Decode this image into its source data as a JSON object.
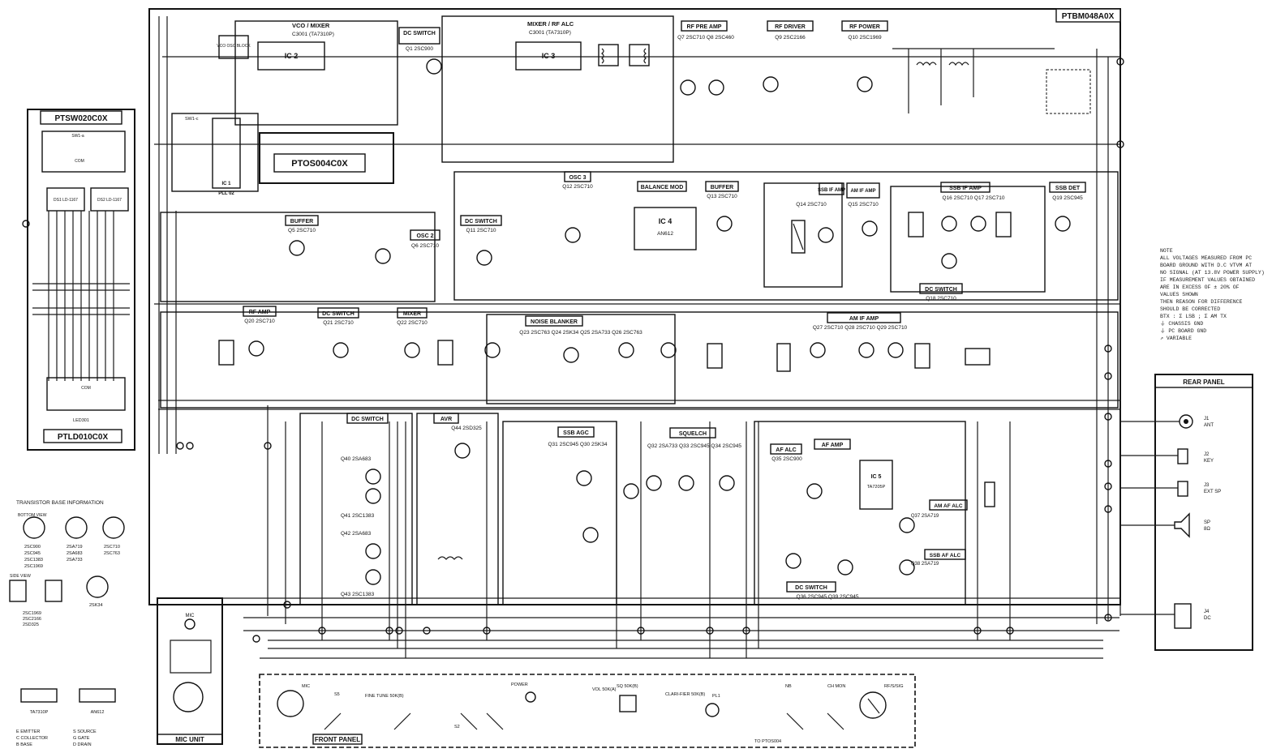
{
  "model": "PTBM048A0X",
  "boards": {
    "switch_board": "PTSW020C0X",
    "led_board": "PTLD010C0X",
    "pll_board": "PTOS004C0X"
  },
  "switch_board_labels": {
    "sw": "SW1-a",
    "led1": "DS1 LD-1167",
    "led2": "DS2 LD-1167",
    "com_top": "COM",
    "com_bottom": "COM",
    "bottom_ref": "LED301"
  },
  "ic": {
    "ic1": "IC 1",
    "ic1_type": "PLL 02",
    "ic2": "IC 2",
    "ic3": "IC 3",
    "ic4": "IC 4",
    "ic4_type": "AN612",
    "ic5": "IC 5",
    "ic5_type": "TA7205P",
    "vco_osc": "VCO OSC BLOCK",
    "sw_label": "SW1-c"
  },
  "sections": [
    {
      "id": "vco_mixer",
      "title": "VCO / MIXER",
      "sub": "C3001 (TA7310P)"
    },
    {
      "id": "dc_switch_1",
      "title": "DC SWITCH",
      "sub": "Q1 2SC900"
    },
    {
      "id": "mixer_rf_alc",
      "title": "MIXER / RF ALC",
      "sub": "C3001 (TA7310P)"
    },
    {
      "id": "rf_pre_amp",
      "title": "RF PRE AMP",
      "sub": "Q7 2SC710  Q8 2SC460"
    },
    {
      "id": "rf_driver",
      "title": "RF DRIVER",
      "sub": "Q9 2SC2166"
    },
    {
      "id": "rf_power",
      "title": "RF POWER",
      "sub": "Q10 2SC1969"
    },
    {
      "id": "osc3",
      "title": "OSC 3",
      "sub": "Q12 2SC710"
    },
    {
      "id": "balance_mod",
      "title": "BALANCE MOD",
      "sub": "AN612"
    },
    {
      "id": "buffer_1",
      "title": "BUFFER",
      "sub": "Q13 2SC710"
    },
    {
      "id": "ssb_if_amp_1",
      "title": "SSB IF AMP",
      "sub": "Q14 2SC710"
    },
    {
      "id": "am_if_amp_1",
      "title": "AM IF AMP",
      "sub": "Q15 2SC710"
    },
    {
      "id": "ssb_if_amp_2",
      "title": "SSB IF AMP",
      "sub": "Q16 2SC710  Q17 2SC710"
    },
    {
      "id": "ssb_det",
      "title": "SSB DET",
      "sub": "Q19 2SC945"
    },
    {
      "id": "buffer_2",
      "title": "BUFFER",
      "sub": "Q5 2SC710"
    },
    {
      "id": "osc2",
      "title": "OSC 2",
      "sub": "Q6 2SC710"
    },
    {
      "id": "dc_switch_2",
      "title": "DC SWITCH",
      "sub": "Q11 2SC710"
    },
    {
      "id": "dc_switch_3",
      "title": "DC SWITCH",
      "sub": "Q18 2SC710"
    },
    {
      "id": "rf_amp",
      "title": "RF AMP",
      "sub": "Q20 2SC710"
    },
    {
      "id": "dc_switch_4",
      "title": "DC SWITCH",
      "sub": "Q21 2SC710"
    },
    {
      "id": "mixer",
      "title": "MIXER",
      "sub": "Q22 2SC710"
    },
    {
      "id": "noise_blanker",
      "title": "NOISE BLANKER",
      "sub": "Q23 2SC763  Q24 2SK34  Q25 2SA733  Q26 2SC763"
    },
    {
      "id": "am_if_amp_2",
      "title": "AM IF AMP",
      "sub": "Q27 2SC710  Q28 2SC710  Q29 2SC710"
    },
    {
      "id": "dc_switch_5",
      "title": "DC SWITCH",
      "sub": "Q40 2SA683"
    },
    {
      "id": "avr",
      "title": "AVR",
      "sub": "Q44 2SD325"
    },
    {
      "id": "ssb_agc",
      "title": "SSB AGC",
      "sub": "Q31 2SC945  Q30 2SK34"
    },
    {
      "id": "squelch",
      "title": "SQUELCH",
      "sub": "Q32 2SA733  Q33 2SC945  Q34 2SC945"
    },
    {
      "id": "af_alc",
      "title": "AF ALC",
      "sub": "Q35 2SC900"
    },
    {
      "id": "af_amp",
      "title": "AF AMP",
      "sub": "IC 5 TA7205P"
    },
    {
      "id": "am_af_alc",
      "title": "AM AF ALC",
      "sub": "Q37 2SA719"
    },
    {
      "id": "ssb_af_alc",
      "title": "SSB AF ALC",
      "sub": "Q38 2SA719"
    },
    {
      "id": "dc_switch_6",
      "title": "DC SWITCH",
      "sub": "Q36 2SC945  Q39 2SC945"
    }
  ],
  "transistor_groups": [
    "Q41 2SC1383",
    "Q42 2SA683",
    "Q43 2SC1383"
  ],
  "notes": [
    "NOTE",
    "ALL VOLTAGES MEASURED FROM PC",
    "BOARD GROUND WITH D.C VTVM AT",
    "NO SIGNAL (AT 13.8V POWER SUPPLY)",
    "IF MEASUREMENT VALUES OBTAINED",
    "ARE IN EXCESS OF ± 20% OF",
    "VALUES SHOWN",
    "THEN REASON FOR DIFFERENCE",
    "SHOULD BE CORRECTED",
    "BTX : Σ LSB ; Σ AM TX",
    "⏚ CHASSIS GND",
    "⏚ PC BOARD GND",
    "↗ VARIABLE"
  ],
  "transistor_info": {
    "title": "TRANSISTOR BASE INFORMATION",
    "bottom_view": "BOTTOM VIEW",
    "side_view": "SIDE VIEW",
    "group1": [
      "2SC900",
      "2SC945",
      "2SC1383",
      "2SC1969"
    ],
    "group2": [
      "2SA719",
      "2SA683",
      "2SA733"
    ],
    "group3": [
      "2SC710",
      "2SC763"
    ],
    "group4": [
      "2SC1969",
      "2SC2166",
      "2SD325"
    ],
    "group5": [
      "2SK34"
    ],
    "ic_a": "TA7310P",
    "ic_b": "AN612",
    "legend": [
      "E EMITTER",
      "C COLLECTOR",
      "B BASE",
      "S SOURCE",
      "G GATE",
      "D DRAIN"
    ]
  },
  "panels": {
    "mic_unit": "MIC UNIT",
    "front_panel": "FRONT PANEL",
    "rear_panel": "REAR PANEL",
    "mic": "MIC",
    "to_ptos004": "TO PTOS004"
  },
  "rear_jacks": [
    {
      "id": "J1",
      "label": "ANT"
    },
    {
      "id": "J2",
      "label": "KEY"
    },
    {
      "id": "J3",
      "label": "EXT SP"
    },
    {
      "id": "SP",
      "label": "8Ω"
    },
    {
      "id": "J4",
      "label": "DC"
    }
  ],
  "front_controls": [
    {
      "id": "J5",
      "label": "MIC"
    },
    {
      "id": "S5",
      "label": "S5"
    },
    {
      "id": "VR3",
      "label": "FINE TUNE 50K(B)"
    },
    {
      "id": "VR4",
      "label": "VOL 50K(A)"
    },
    {
      "id": "VR2",
      "label": "SQ 50K(B)"
    },
    {
      "id": "VR5",
      "label": "CLARI-FIER 50K(B)"
    },
    {
      "id": "PL1",
      "label": "PL1"
    },
    {
      "id": "S2",
      "label": "S2"
    },
    {
      "id": "S1",
      "label": "POWER"
    },
    {
      "id": "S4",
      "label": "NB"
    },
    {
      "id": "S6",
      "label": "CH MON"
    },
    {
      "id": "M1",
      "label": "RF/S/SIG"
    }
  ],
  "colors": {
    "ink": "#111111",
    "paper": "#ffffff"
  }
}
